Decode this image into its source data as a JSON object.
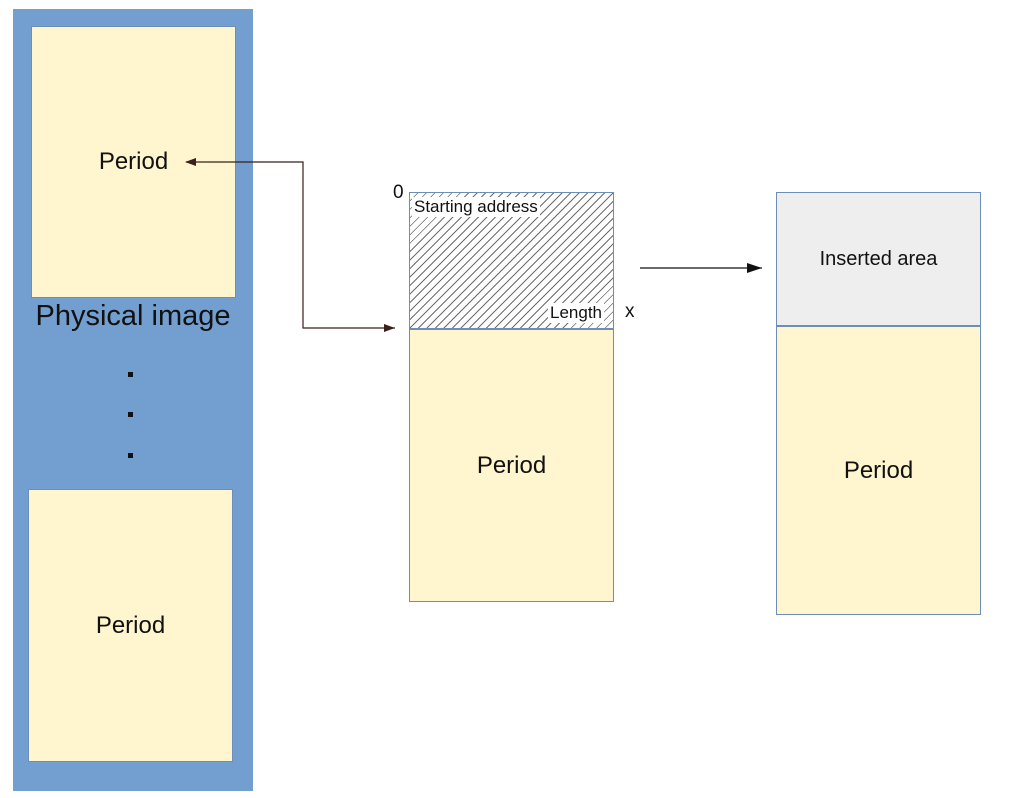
{
  "physical_image": {
    "label": "Physical image",
    "top_period_label": "Period",
    "bottom_period_label": "Period",
    "ellipsis_dots": 3
  },
  "segment": {
    "start_offset_label": "0",
    "starting_address_label": "Starting address",
    "length_label": "Length",
    "end_offset_label": "x",
    "period_label": "Period"
  },
  "result": {
    "inserted_area_label": "Inserted area",
    "period_label": "Period"
  },
  "colors": {
    "physical_image_background": "#729fcf",
    "period_fill": "#fff5ce",
    "inserted_area_fill": "#eeeeee",
    "box_border": "#6b8fb8",
    "bidirectional_arrow": "#3a1f1a",
    "transform_arrow": "#111111"
  }
}
